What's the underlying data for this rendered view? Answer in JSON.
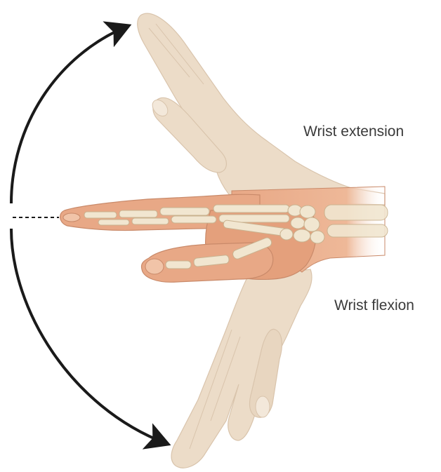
{
  "labels": {
    "extension": "Wrist extension",
    "flexion": "Wrist flexion"
  },
  "colors": {
    "background": "#ffffff",
    "arrow": "#1a1a1a",
    "ghost_skin": "#ecdcc8",
    "ghost_outline": "#d9c4ac",
    "skin": "#e8a886",
    "skin_shadow": "#d98c68",
    "bone": "#f1e6d0",
    "bone_outline": "#c9b28f",
    "label_text": "#3a3a3a"
  },
  "icons": {
    "motion_arrow": "curved-double-arrow",
    "reference_line": "dashed-neutral-line"
  }
}
